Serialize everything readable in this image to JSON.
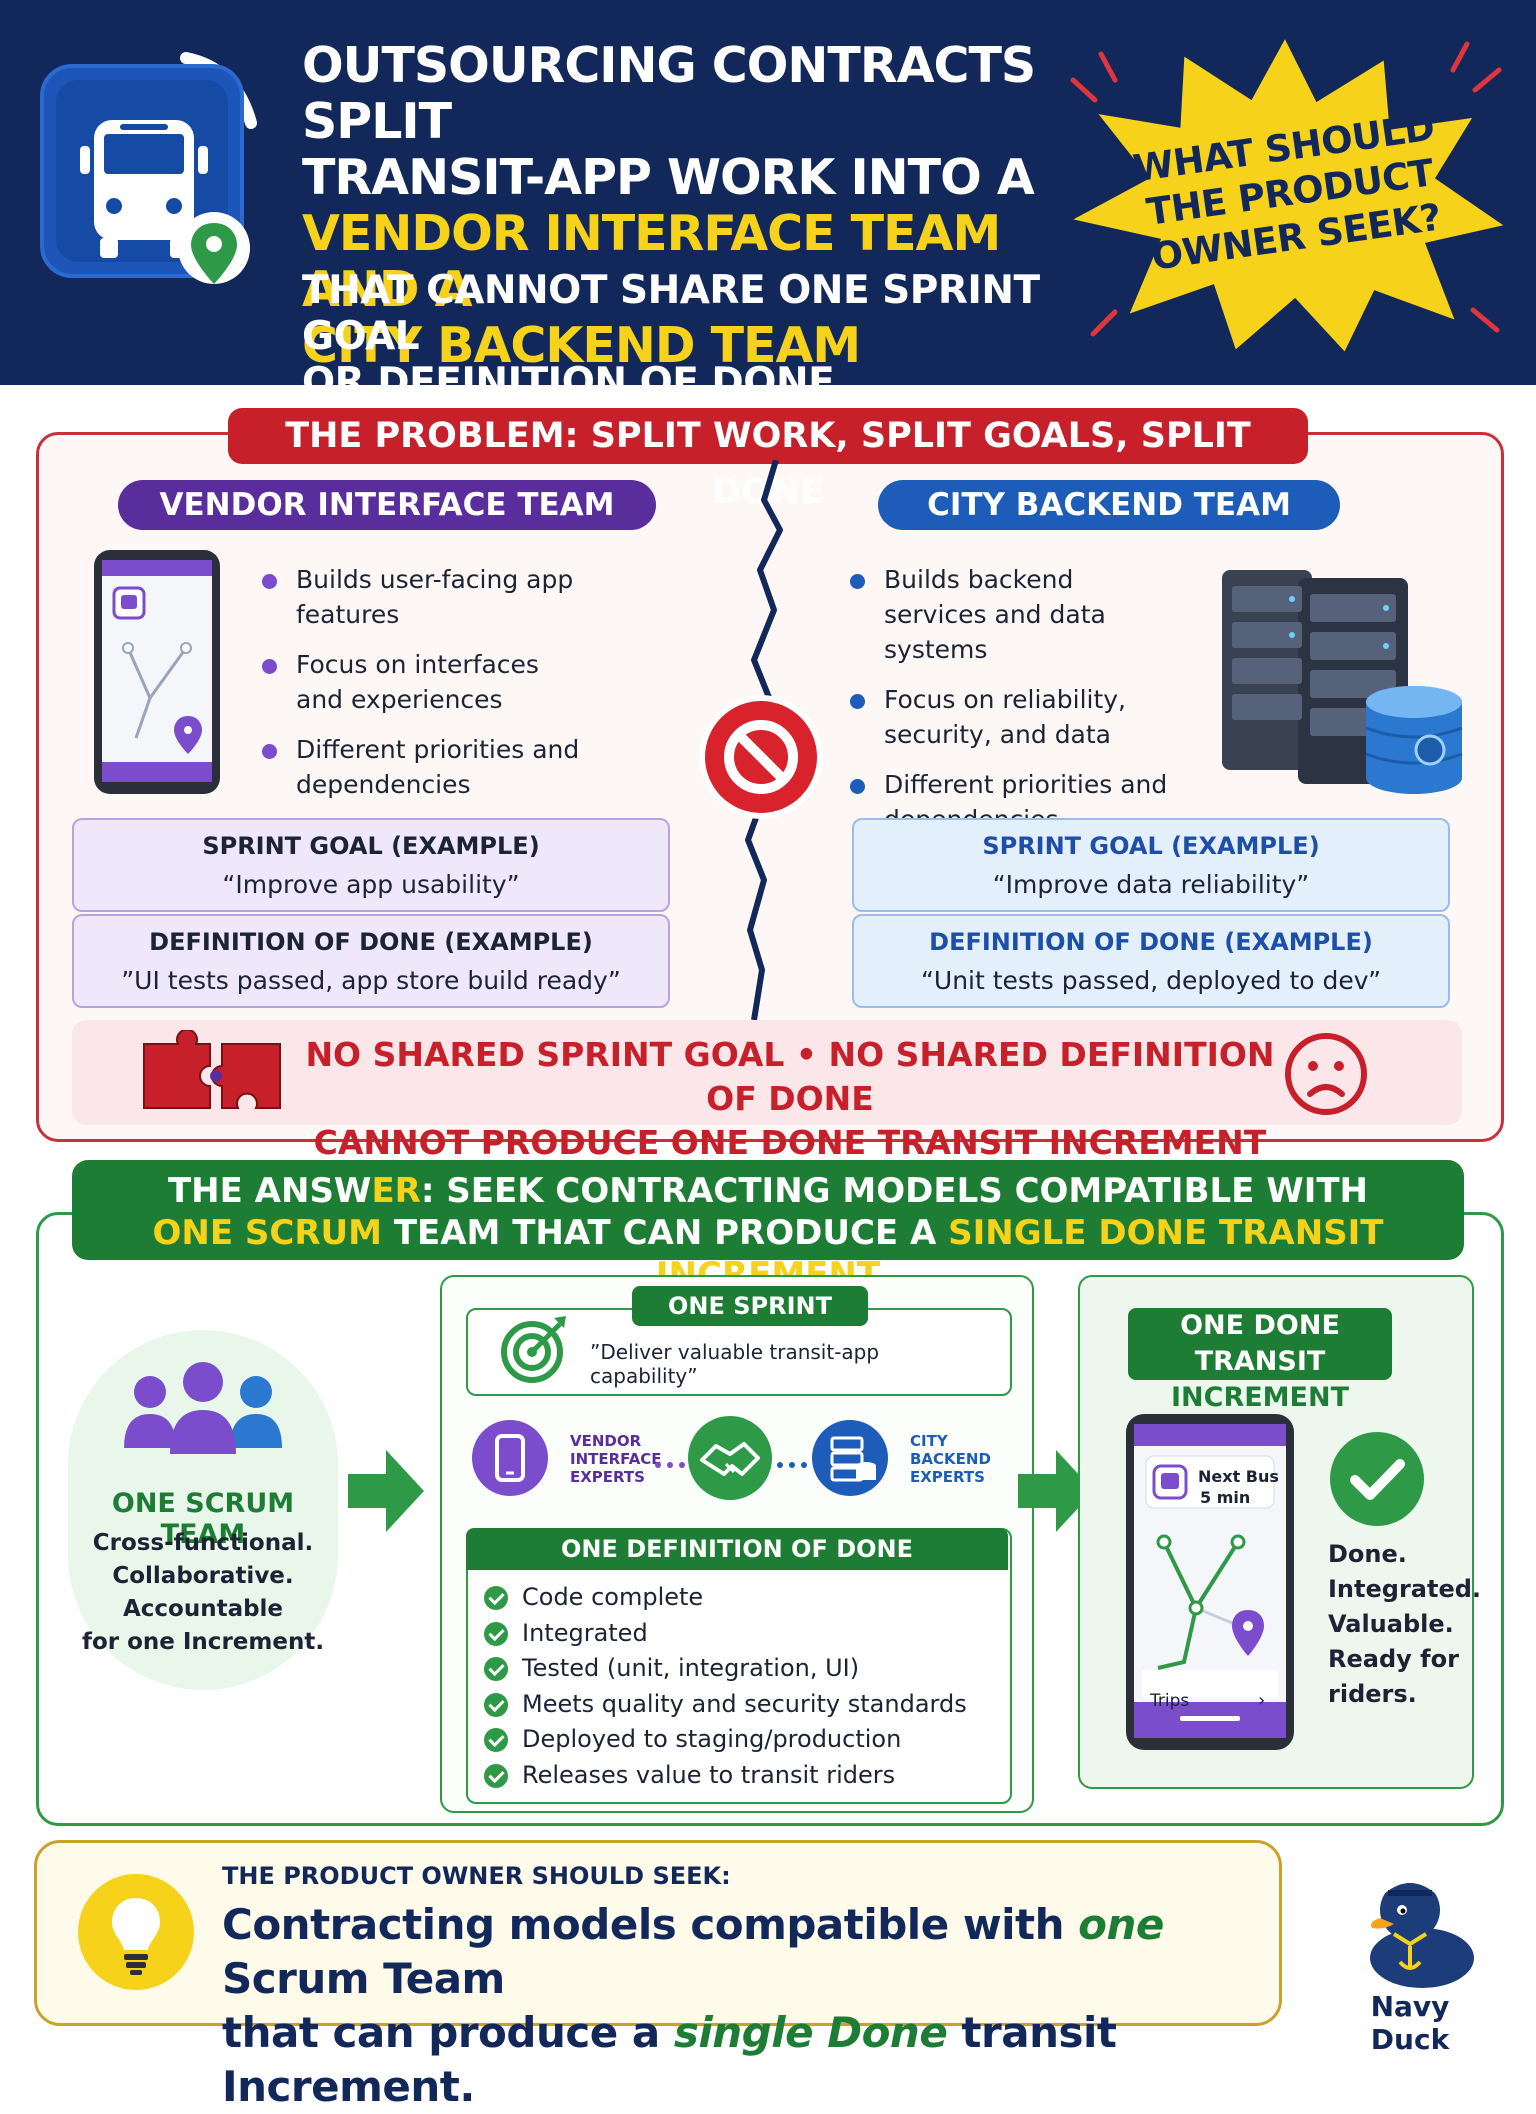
{
  "header": {
    "title_lines": [
      {
        "text": "OUTSOURCING CONTRACTS SPLIT",
        "highlight": false
      },
      {
        "text": "TRANSIT-APP WORK INTO A",
        "highlight": false
      },
      {
        "text": "VENDOR INTERFACE TEAM AND A",
        "highlight": true
      },
      {
        "text": "CITY BACKEND TEAM",
        "highlight": true
      }
    ],
    "subtitle_line1": "THAT CANNOT SHARE ONE SPRINT GOAL",
    "subtitle_line2": "OR DEFINITION OF DONE.",
    "burst_line1": "WHAT SHOULD",
    "burst_line2": "THE PRODUCT",
    "burst_line3": "OWNER SEEK?"
  },
  "problem": {
    "banner": "THE PROBLEM: SPLIT WORK, SPLIT GOALS, SPLIT DONE",
    "vendor": {
      "title": "VENDOR INTERFACE TEAM",
      "bullets": [
        "Builds user-facing app features",
        "Focus on interfaces and experiences",
        "Different priorities and dependencies"
      ],
      "sprint_goal_label": "SPRINT GOAL (EXAMPLE)",
      "sprint_goal_value": "“Improve app usability”",
      "dod_label": "DEFINITION OF DONE (EXAMPLE)",
      "dod_value": "”UI tests passed, app store build ready”"
    },
    "city": {
      "title": "CITY BACKEND TEAM",
      "bullets": [
        "Builds backend services and data systems",
        "Focus on reliability, security, and data",
        "Different priorities and dependencies"
      ],
      "sprint_goal_label": "SPRINT GOAL (EXAMPLE)",
      "sprint_goal_value": "“Improve data reliability”",
      "dod_label": "DEFINITION OF DONE (EXAMPLE)",
      "dod_value": "“Unit tests passed, deployed to dev”"
    },
    "warning_line1": "NO SHARED SPRINT GOAL  •  NO SHARED DEFINITION OF DONE",
    "warning_line2": "CANNOT PRODUCE ONE DONE TRANSIT INCREMENT"
  },
  "answer": {
    "banner_line1_a": "THE ANSW",
    "banner_line1_b": "ER",
    "banner_line1_c": ": SEEK CONTRACTING MODELS COMPATIBLE WITH",
    "banner_line2_a": "ONE SCRUM",
    "banner_line2_b": " TEAM THAT CAN PRODUCE A ",
    "banner_line2_c": "SINGLE DONE TRANSIT INCREMENT",
    "scrum_title": "ONE SCRUM TEAM",
    "scrum_desc": [
      "Cross-functional.",
      "Collaborative.",
      "Accountable",
      "for one Increment."
    ],
    "sprint_goal_label": "ONE SPRINT GOAL",
    "sprint_goal_value": "”Deliver valuable transit-app capability”",
    "vendor_experts": [
      "VENDOR",
      "INTERFACE",
      "EXPERTS"
    ],
    "city_experts": [
      "CITY",
      "BACKEND",
      "EXPERTS"
    ],
    "dod_label": "ONE DEFINITION OF DONE",
    "dod_items": [
      "Code complete",
      "Integrated",
      "Tested (unit, integration, UI)",
      "Meets quality and security standards",
      "Deployed to staging/production",
      "Releases value to transit riders"
    ],
    "done_label_line1": "ONE DONE TRANSIT",
    "done_label_line2": "INCREMENT",
    "phone_next_bus": "Next Bus",
    "phone_minutes": "5 min",
    "phone_trips": "Trips",
    "done_text": [
      "Done.",
      "Integrated.",
      "Valuable.",
      "Ready for",
      "riders."
    ]
  },
  "footer": {
    "heading": "THE PRODUCT OWNER SHOULD SEEK:",
    "msg_1": "Contracting models compatible with ",
    "msg_em1": "one",
    "msg_2": " Scrum Team",
    "msg_3": "that can produce a ",
    "msg_em2": "single Done",
    "msg_4": " transit Increment.",
    "brand": "Navy Duck"
  },
  "colors": {
    "navy": "#13285a",
    "yellow": "#f7d21a",
    "red": "#c8202b",
    "purple": "#5a2d9c",
    "blue": "#1d5cb8",
    "green": "#1e7d34"
  }
}
